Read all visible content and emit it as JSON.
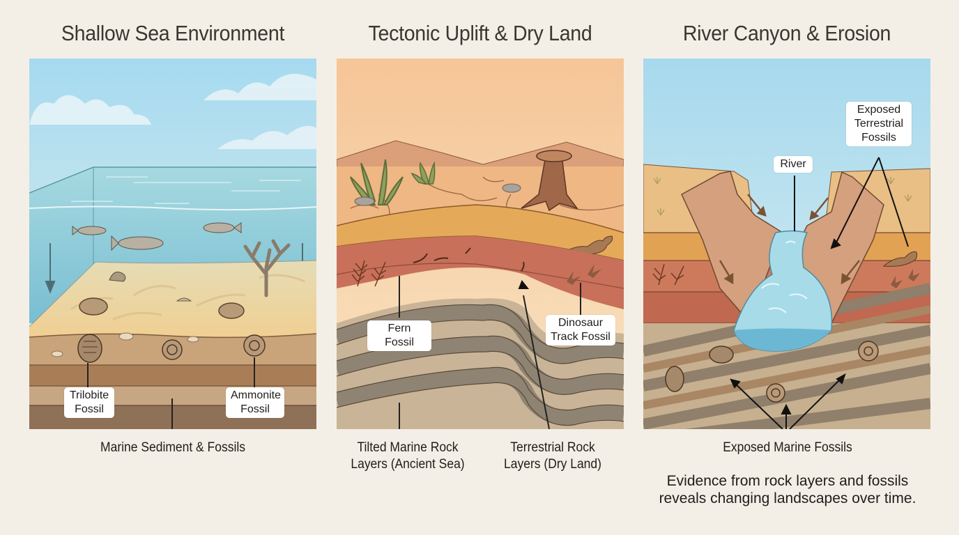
{
  "panels": [
    {
      "title": "Shallow Sea Environment",
      "callouts": [
        {
          "label": "Trilobite\nFossil"
        },
        {
          "label": "Ammonite\nFossil"
        }
      ],
      "captions": [
        {
          "label": "Marine Sediment & Fossils"
        }
      ]
    },
    {
      "title": "Tectonic Uplift & Dry Land",
      "callouts": [
        {
          "label": "Fern Fossil"
        },
        {
          "label": "Dinosaur\nTrack Fossil"
        }
      ],
      "captions": [
        {
          "label": "Tilted Marine Rock\nLayers (Ancient Sea)"
        },
        {
          "label": "Terrestrial Rock\nLayers (Dry Land)"
        }
      ]
    },
    {
      "title": "River Canyon & Erosion",
      "callouts": [
        {
          "label": "River"
        },
        {
          "label": "Exposed\nTerrestrial\nFossils"
        }
      ],
      "captions": [
        {
          "label": "Exposed Marine Fossils"
        }
      ]
    }
  ],
  "summary": "Evidence from rock layers and fossils\nreveals changing landscapes over time.",
  "colors": {
    "background": "#f3efe6",
    "sky_blue": "#a9dbee",
    "sea": "#8fcbd8",
    "sand": "#ecd3a0",
    "desert_sky": "#f6c79a",
    "red_rock": "#c8705a",
    "grey_strata": "#8f8473",
    "tan_strata": "#c9b497"
  }
}
